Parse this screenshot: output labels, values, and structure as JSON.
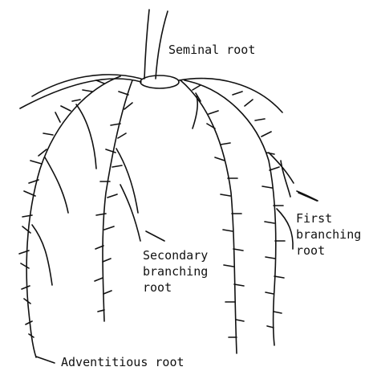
{
  "labels": {
    "seminal_root": "Seminal root",
    "first_branching_root": [
      "First",
      "branching",
      "root"
    ],
    "secondary_branching_root": [
      "Secondary",
      "branching",
      "root"
    ],
    "adventitious_root": "Adventitious root"
  },
  "colors": {
    "ink": "#111111",
    "background": "#ffffff"
  }
}
